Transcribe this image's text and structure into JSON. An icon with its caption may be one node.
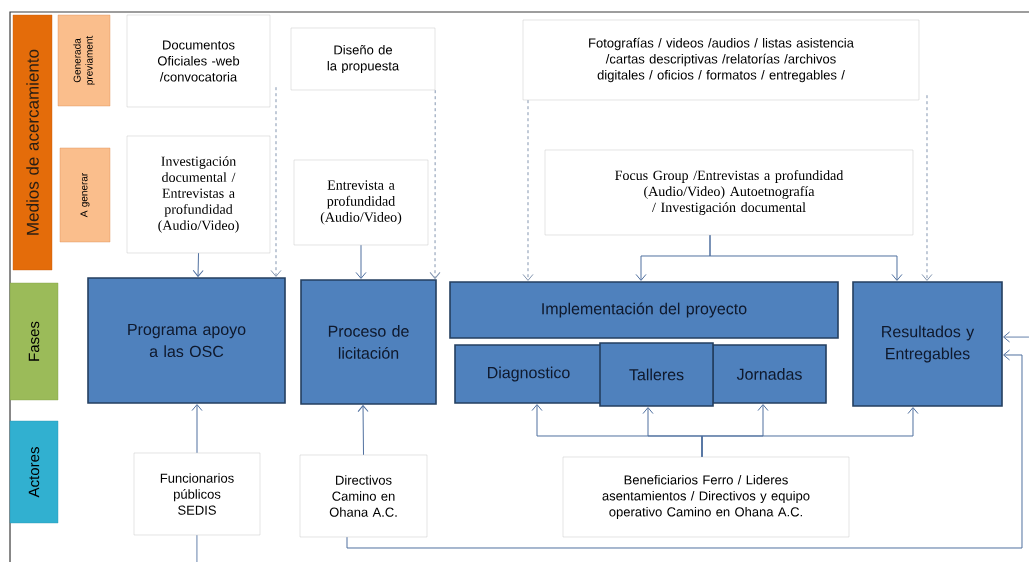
{
  "diagram": {
    "nodes": [
      {
        "text": [
          "Medios de acercamiento"
        ]
      },
      {
        "text": [
          "Generada previament"
        ]
      },
      {
        "text": [
          "A generar"
        ]
      },
      {
        "text": [
          "Fases"
        ]
      },
      {
        "text": [
          "Actores"
        ]
      },
      {
        "text": [
          "Documentos Oficiales -web /convocatoria"
        ]
      },
      {
        "text": [
          "Diseño de la propuesta"
        ]
      },
      {
        "text": [
          "Fotografías / videos /audios / listas asistencia /cartas descriptivas /relatorías /archivos digitales / oficios / formatos / entregables /"
        ]
      },
      {
        "text": [
          "Investigación documental / Entrevistas a profundidad (Audio/Video)"
        ]
      },
      {
        "text": [
          "Entrevista a profundidad (Audio/Video)"
        ]
      },
      {
        "text": [
          "Focus Group /Entrevistas a profundidad (Audio/Video) Autoetnografía / Investigación documental"
        ]
      },
      {
        "text": [
          "Programa apoyo a las OSC"
        ]
      },
      {
        "text": [
          "Proceso de licitación"
        ]
      },
      {
        "text": [
          "Implementación del proyecto"
        ]
      },
      {
        "text": [
          "Diagnostico"
        ]
      },
      {
        "text": [
          "Talleres"
        ]
      },
      {
        "text": [
          "Jornadas"
        ]
      },
      {
        "text": [
          "Resultados y Entregables"
        ]
      },
      {
        "text": [
          "Funcionarios públicos SEDIS"
        ]
      },
      {
        "text": [
          "Directivos Camino en Ohana A.C."
        ]
      },
      {
        "text": [
          "Beneficiarios Ferro / Lideres asentamientos / Directivos y equipo operativo Camino en Ohana A.C."
        ]
      }
    ],
    "edges": [
      {
        "from": 8,
        "to": 11,
        "arrow": "to"
      },
      {
        "from": 5,
        "to": 11,
        "arrow": "to",
        "style": "dashed",
        "color": "#8496b0"
      },
      {
        "from": 9,
        "to": 12,
        "arrow": "to"
      },
      {
        "from": 6,
        "to": 12,
        "arrow": "to",
        "style": "dashed",
        "color": "#8496b0"
      },
      {
        "from": 7,
        "to": 13,
        "arrow": "to",
        "style": "dashed",
        "color": "#8496b0"
      },
      {
        "from": 7,
        "to": 17,
        "arrow": "to",
        "style": "dashed",
        "color": "#8496b0"
      },
      {
        "from": 10,
        "to": 13,
        "arrow": "to"
      },
      {
        "from": 10,
        "to": 17,
        "arrow": "to"
      },
      {
        "from": 18,
        "to": 11,
        "arrow": "to"
      },
      {
        "from": 18,
        "to": null,
        "arrow": "none"
      },
      {
        "from": 19,
        "to": 12,
        "arrow": "to"
      },
      {
        "from": 19,
        "to": 17,
        "arrow": "to"
      },
      {
        "from": null,
        "to": 17,
        "arrow": "to"
      },
      {
        "from": 20,
        "to": 14,
        "arrow": "to"
      },
      {
        "from": 20,
        "to": 15,
        "arrow": "to"
      },
      {
        "from": 20,
        "to": 16,
        "arrow": "to"
      },
      {
        "from": 20,
        "to": 17,
        "arrow": "to"
      }
    ]
  }
}
